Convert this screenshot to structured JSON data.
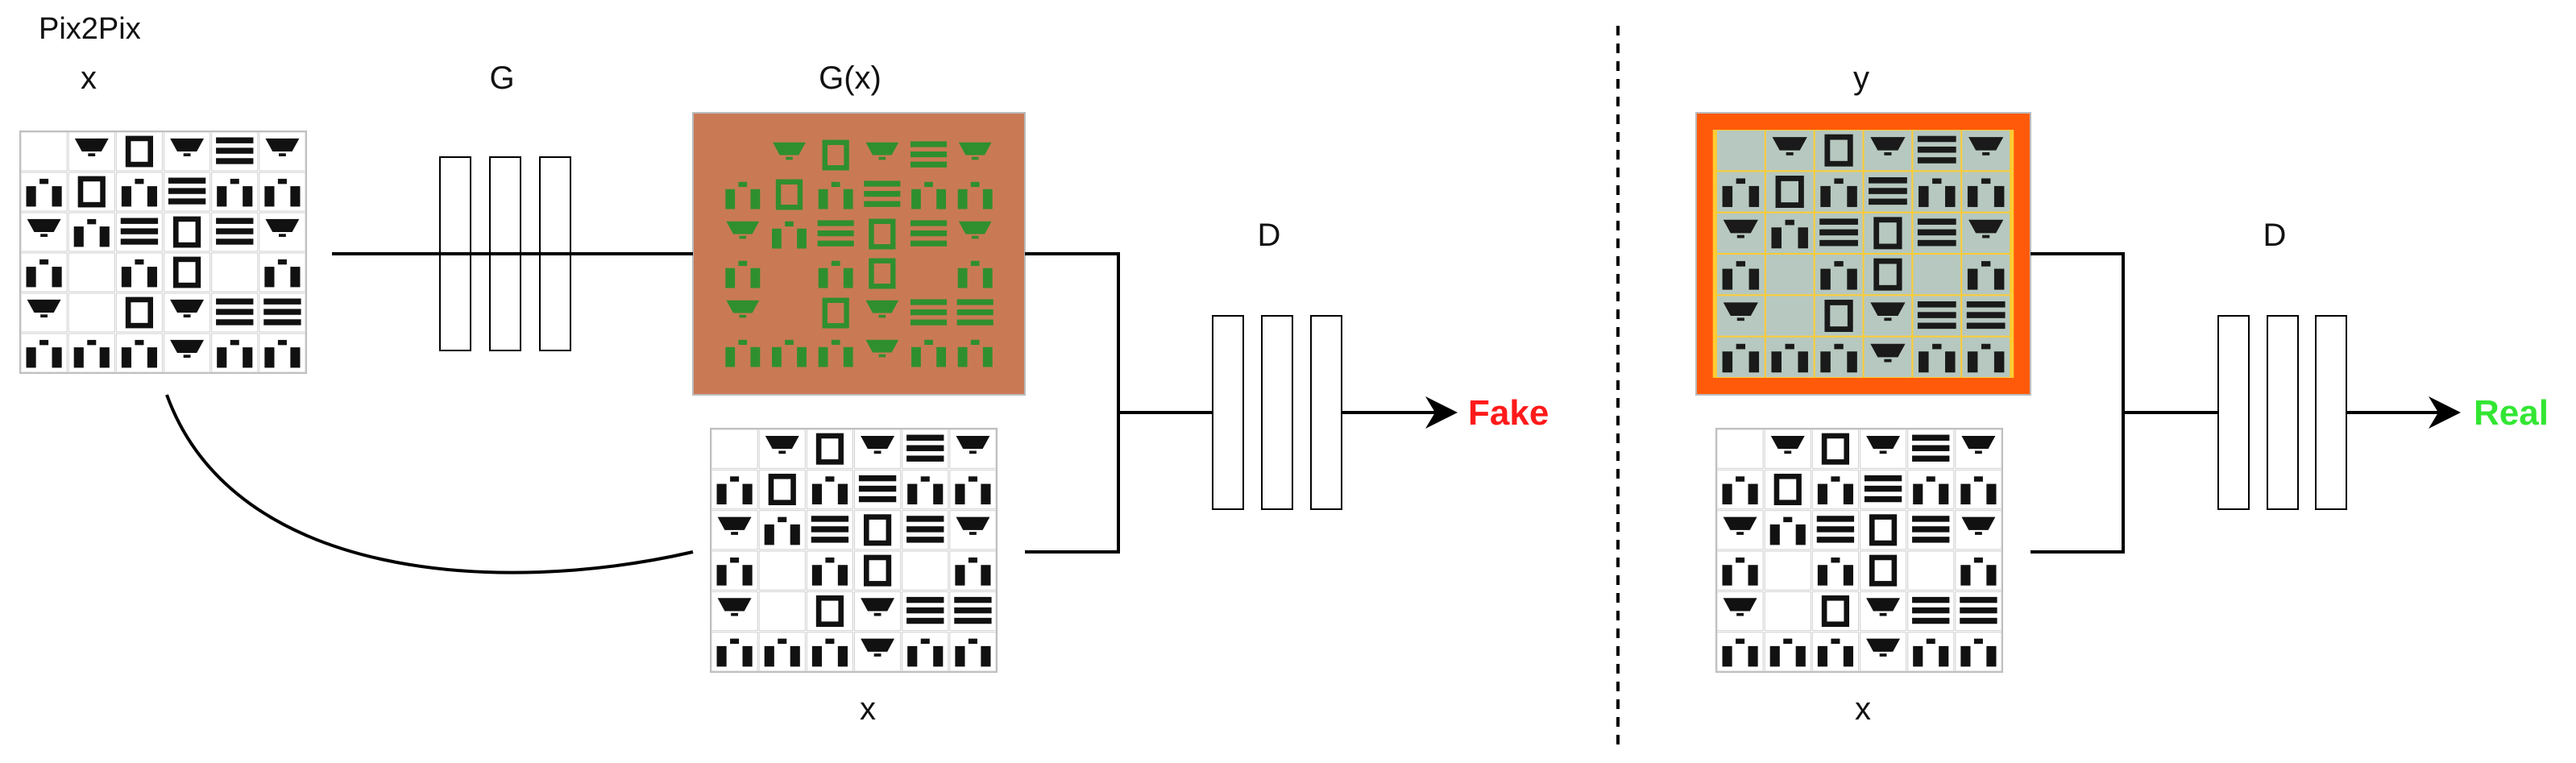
{
  "title": "Pix2Pix",
  "left_panel": {
    "input_label": "x",
    "generator_label": "G",
    "generated_label": "G(x)",
    "discriminator_label": "D",
    "condition_label": "x",
    "output_label": "Fake",
    "output_color": "#ff1a1a"
  },
  "right_panel": {
    "target_label": "y",
    "discriminator_label": "D",
    "condition_label": "x",
    "output_label": "Real",
    "output_color": "#33e633"
  },
  "colors": {
    "generated_background": "#c97a55",
    "generated_pattern": "#2f8f2f",
    "target_background": "#ff5a0a",
    "target_inner": "#ffcc33",
    "target_pattern": "#3a6ab8",
    "layout_tiles": "#111111"
  }
}
